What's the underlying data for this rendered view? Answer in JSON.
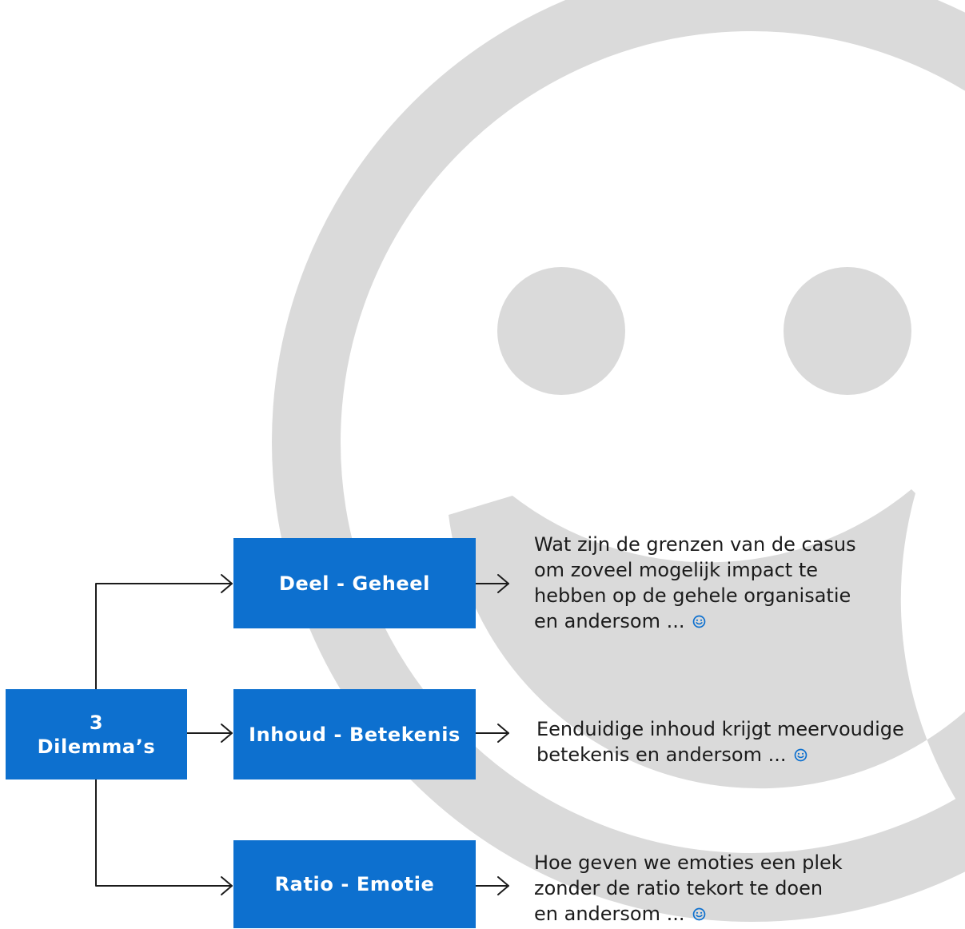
{
  "root": {
    "line1": "3",
    "line2": "Dilemma’s"
  },
  "dilemmas": [
    {
      "title": "Deel - Geheel",
      "description_lines": [
        "Wat zijn de grenzen van de casus",
        "om zoveel mogelijk impact te",
        "hebben op de gehele organisatie",
        "en andersom ..."
      ]
    },
    {
      "title": "Inhoud - Betekenis",
      "description_lines": [
        "Eenduidige inhoud krijgt meervoudige",
        "betekenis en andersom ..."
      ]
    },
    {
      "title": "Ratio - Emotie",
      "description_lines": [
        "Hoe geven we emoties een plek",
        "zonder de ratio tekort te doen",
        "en andersom ..."
      ]
    }
  ],
  "colors": {
    "box_fill": "#0d70cf",
    "box_text": "#ffffff",
    "smiley_gray": "#dadada",
    "connector": "#1b1b1b",
    "description_text": "#1b1b1b",
    "inline_icon": "#0d70cf"
  },
  "icons": {
    "background": "smiley-face-icon",
    "inline": "smile-icon",
    "arrowhead": "arrow-right-icon"
  }
}
